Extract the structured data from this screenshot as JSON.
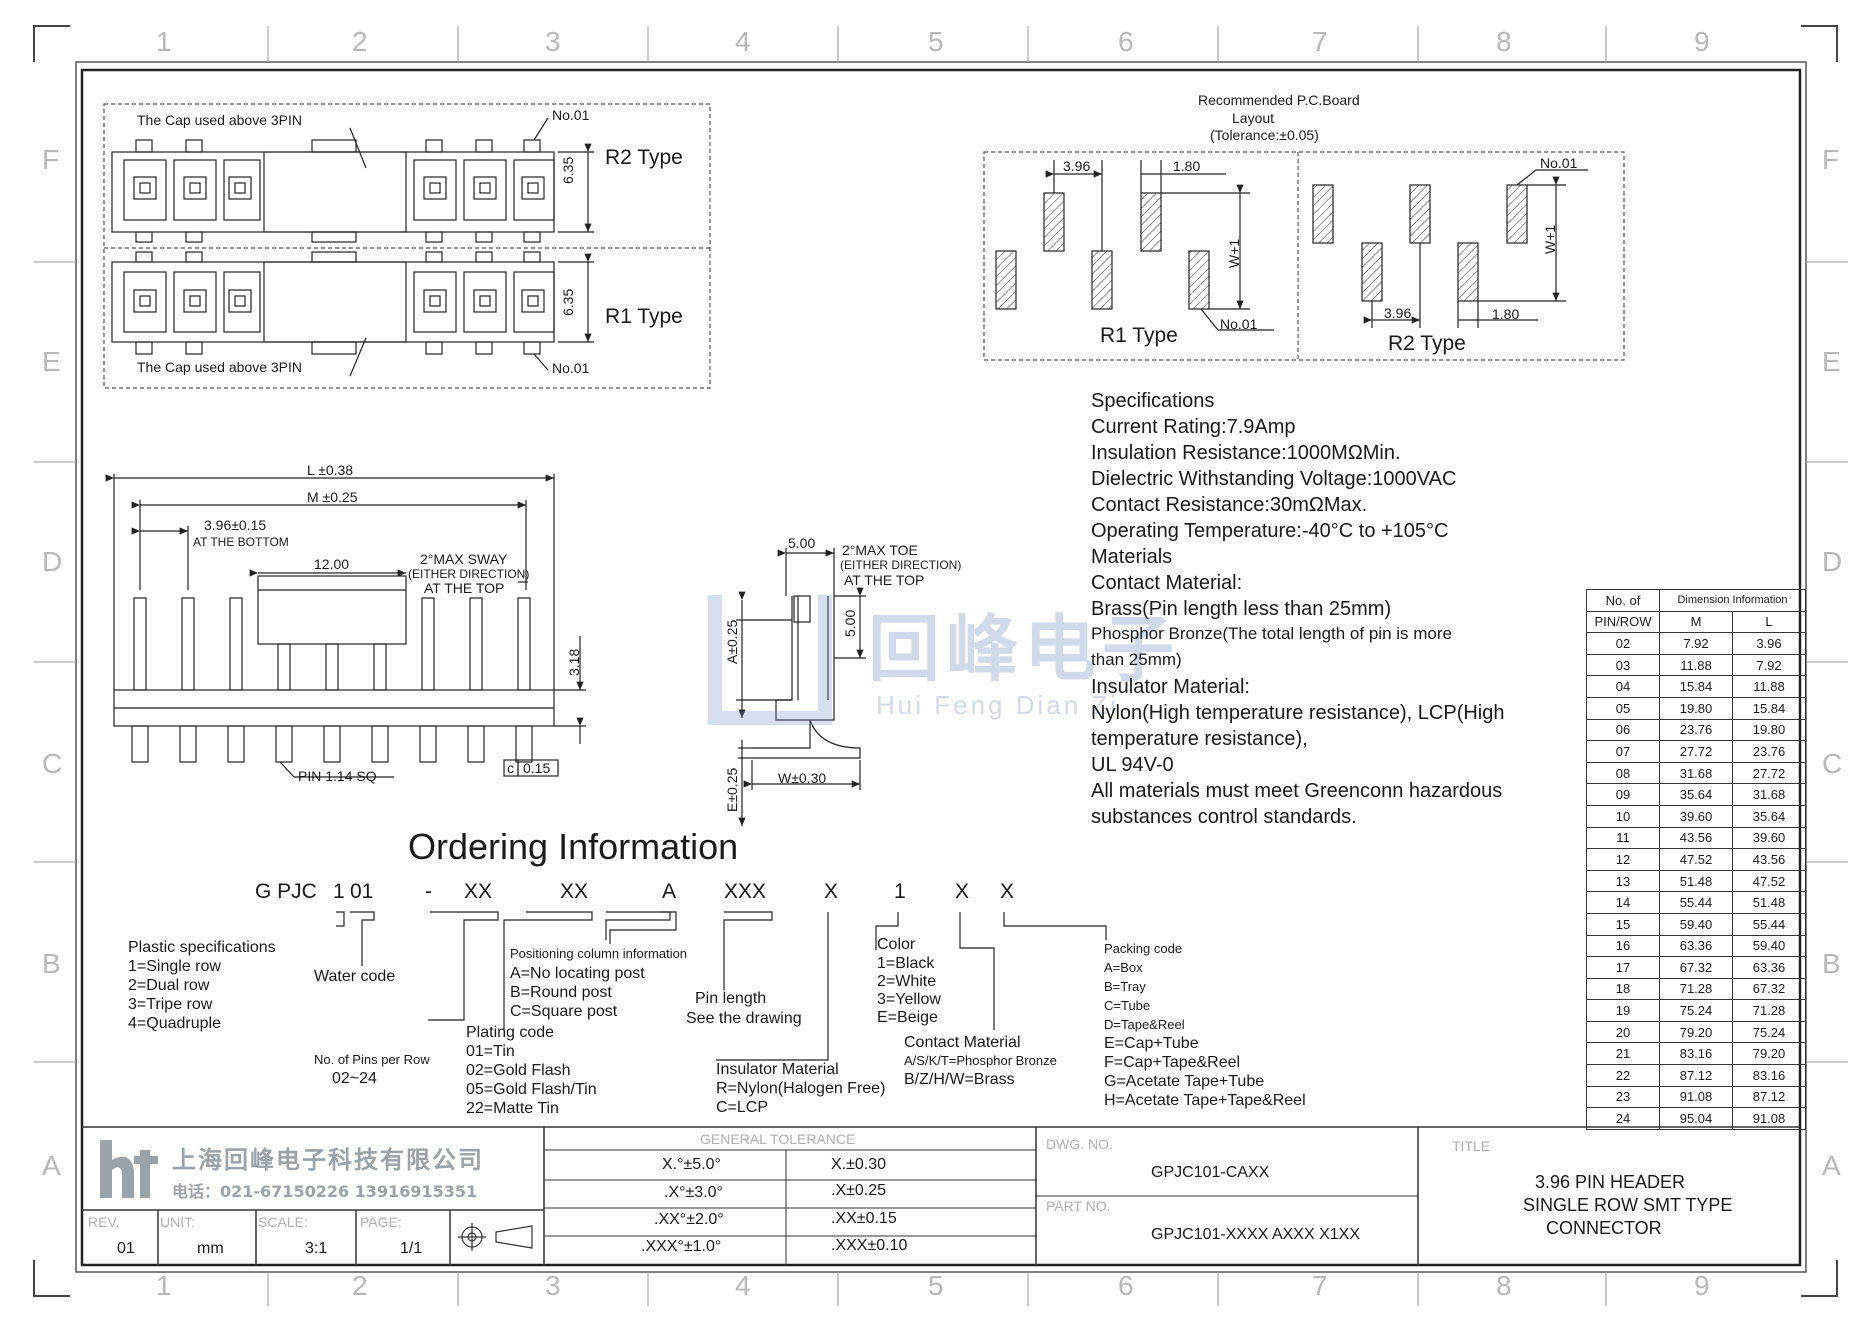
{
  "grid": {
    "cols": [
      "1",
      "2",
      "3",
      "4",
      "5",
      "6",
      "7",
      "8",
      "9"
    ],
    "rows": [
      "F",
      "E",
      "D",
      "C",
      "B",
      "A"
    ]
  },
  "top_view": {
    "cap_label_top": "The Cap used above 3PIN",
    "cap_label_bottom": "The Cap used above 3PIN",
    "no01_top": "No.01",
    "no01_bottom": "No.01",
    "dim_635_a": "6.35",
    "dim_635_b": "6.35",
    "r2_type": "R2 Type",
    "r1_type": "R1 Type"
  },
  "pcb_layout": {
    "title": [
      "Recommended P.C.Board",
      "Layout",
      "(Tolerance:±0.05)"
    ],
    "dim_396": "3.96",
    "dim_180": "1.80",
    "dim_w1": "W+1",
    "no01_a": "No.01",
    "no01_b": "No.01",
    "r1_type": "R1 Type",
    "r2_type": "R2 Type",
    "dim_396_b": "3.96",
    "dim_180_b": "1.80",
    "dim_w1_b": "W+1"
  },
  "front_view": {
    "l_dim": "L ±0.38",
    "m_dim": "M ±0.25",
    "pitch": "3.96±0.15",
    "pitch_note": "AT THE BOTTOM",
    "dim_1200": "12.00",
    "sway": [
      "2°MAX SWAY",
      "(EITHER DIRECTION)",
      "AT THE TOP"
    ],
    "dim_318": "3.18",
    "pin": "PIN 1.14 SQ",
    "flat_sym": "c",
    "flat_val": "0.15"
  },
  "side_view": {
    "dim_500_top": "5.00",
    "toe": [
      "2°MAX TOE",
      "(EITHER DIRECTION)",
      "AT THE TOP"
    ],
    "dim_500_side": "5.00",
    "a_dim": "A±0.25",
    "e_dim": "E±0.25",
    "w_dim": "W±0.30"
  },
  "watermark": {
    "cn": "回峰电子",
    "en": "Hui Feng Dian Zi"
  },
  "specs": [
    "Specifications",
    "Current Rating:7.9Amp",
    "Insulation Resistance:1000MΩMin.",
    "Dielectric Withstanding Voltage:1000VAC",
    "Contact Resistance:30mΩMax.",
    "Operating Temperature:-40°C to +105°C",
    "Materials",
    "Contact Material:",
    "Brass(Pin length less than 25mm)",
    "Phosphor Bronze(The total length of pin is more",
    "than 25mm)",
    "Insulator Material:",
    "Nylon(High temperature resistance), LCP(High",
    "temperature resistance),",
    "UL 94V-0",
    "All materials must meet Greenconn hazardous",
    "substances control standards."
  ],
  "dim_table": {
    "h_pins": "No. of",
    "h_pins2": "PIN/ROW",
    "h_info": "Dimension Information",
    "h_m": "M",
    "h_l": "L",
    "rows": [
      [
        "02",
        "7.92",
        "3.96"
      ],
      [
        "03",
        "11.88",
        "7.92"
      ],
      [
        "04",
        "15.84",
        "11.88"
      ],
      [
        "05",
        "19.80",
        "15.84"
      ],
      [
        "06",
        "23.76",
        "19.80"
      ],
      [
        "07",
        "27.72",
        "23.76"
      ],
      [
        "08",
        "31.68",
        "27.72"
      ],
      [
        "09",
        "35.64",
        "31.68"
      ],
      [
        "10",
        "39.60",
        "35.64"
      ],
      [
        "11",
        "43.56",
        "39.60"
      ],
      [
        "12",
        "47.52",
        "43.56"
      ],
      [
        "13",
        "51.48",
        "47.52"
      ],
      [
        "14",
        "55.44",
        "51.48"
      ],
      [
        "15",
        "59.40",
        "55.44"
      ],
      [
        "16",
        "63.36",
        "59.40"
      ],
      [
        "17",
        "67.32",
        "63.36"
      ],
      [
        "18",
        "71.28",
        "67.32"
      ],
      [
        "19",
        "75.24",
        "71.28"
      ],
      [
        "20",
        "79.20",
        "75.24"
      ],
      [
        "21",
        "83.16",
        "79.20"
      ],
      [
        "22",
        "87.12",
        "83.16"
      ],
      [
        "23",
        "91.08",
        "87.12"
      ],
      [
        "24",
        "95.04",
        "91.08"
      ]
    ]
  },
  "ordering": {
    "title": "Ordering Information",
    "code": [
      "G PJC",
      "1",
      "01",
      "-",
      "XX",
      "XX",
      "A",
      "XXX",
      "X",
      "1",
      "X",
      "X"
    ],
    "plastic": [
      "Plastic specifications",
      "1=Single row",
      "2=Dual row",
      "3=Tripe row",
      "4=Quadruple"
    ],
    "water": "Water code",
    "pins": [
      "No. of Pins per Row",
      "02~24"
    ],
    "plating": [
      "Plating code",
      "01=Tin",
      "02=Gold Flash",
      "05=Gold Flash/Tin",
      "22=Matte Tin"
    ],
    "positioning": [
      "Positioning column information",
      "A=No locating post",
      "B=Round post",
      "C=Square post"
    ],
    "pinlen": [
      "Pin length",
      "See the drawing"
    ],
    "insulator": [
      "Insulator Material",
      "R=Nylon(Halogen Free)",
      "C=LCP"
    ],
    "color": [
      "Color",
      "1=Black",
      "2=White",
      "3=Yellow",
      "E=Beige"
    ],
    "contact": [
      "Contact Material",
      "A/S/K/T=Phosphor Bronze",
      "B/Z/H/W=Brass"
    ],
    "packing": [
      "Packing code",
      "A=Box",
      "B=Tray",
      "C=Tube",
      "D=Tape&Reel",
      "E=Cap+Tube",
      "F=Cap+Tape&Reel",
      "G=Acetate Tape+Tube",
      "H=Acetate Tape+Tape&Reel"
    ]
  },
  "title_block": {
    "company_cn": "上海回峰电子科技有限公司",
    "phone": "电话：021-67150226  13916915351",
    "rev_lbl": "REV.",
    "rev": "01",
    "unit_lbl": "UNIT:",
    "unit": "mm",
    "scale_lbl": "SCALE:",
    "scale": "3:1",
    "page_lbl": "PAGE:",
    "page": "1/1",
    "tol_title": "GENERAL TOLERANCE",
    "tol": [
      [
        "X.°±5.0°",
        "X.±0.30"
      ],
      [
        ".X°±3.0°",
        ".X±0.25"
      ],
      [
        ".XX°±2.0°",
        ".XX±0.15"
      ],
      [
        ".XXX°±1.0°",
        ".XXX±0.10"
      ]
    ],
    "dwg_lbl": "DWG. NO.",
    "dwg": "GPJC101-CAXX",
    "part_lbl": "PART NO.",
    "part": "GPJC101-XXXX AXXX X1XX",
    "title_lbl": "TITLE",
    "title": [
      "3.96 PIN HEADER",
      "SINGLE ROW SMT TYPE",
      "CONNECTOR"
    ]
  }
}
